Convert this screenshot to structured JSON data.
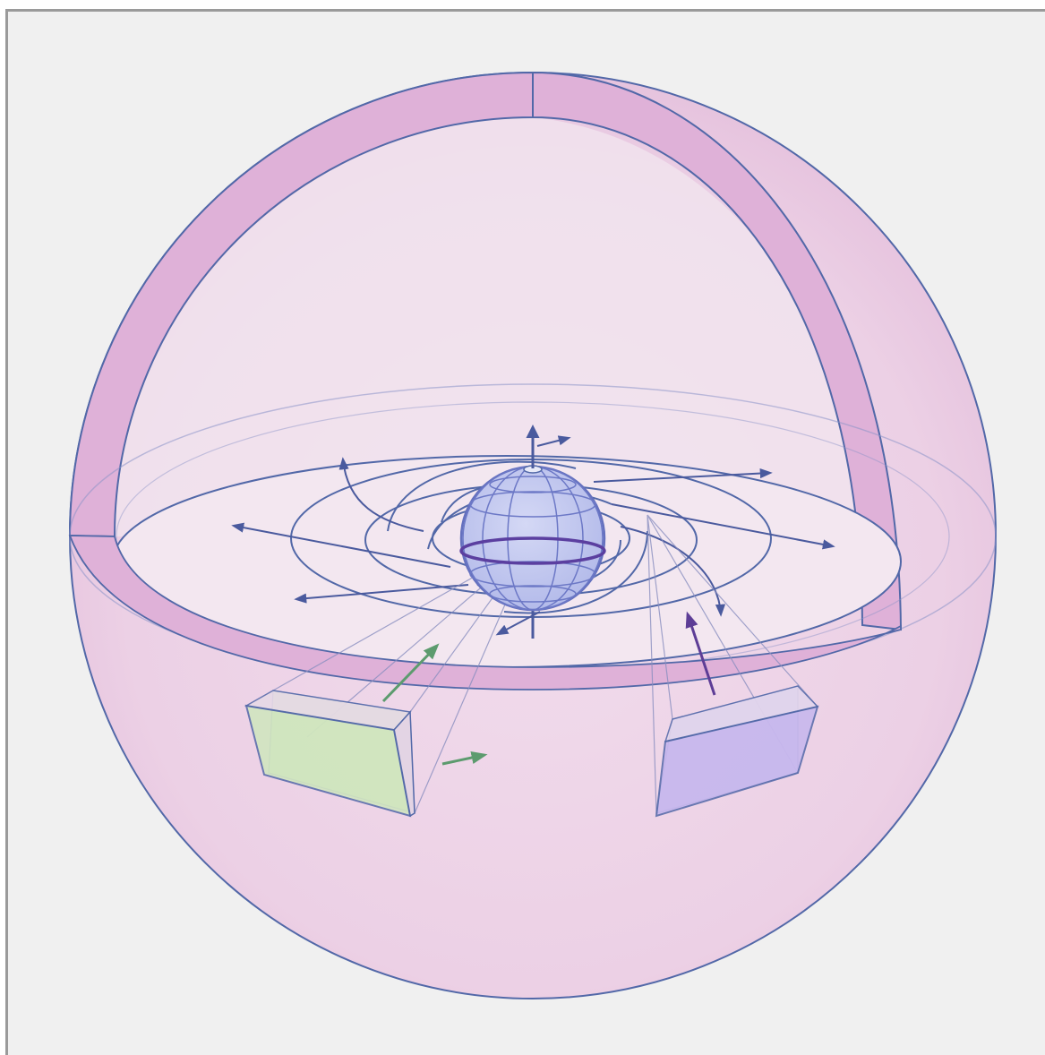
{
  "figure": {
    "kind": "3d-sphere-cutaway",
    "colors": {
      "background": "#f0f0f0",
      "frame": "#9a9a9a",
      "outline": "#5268a8",
      "sphere_fill": "#eed4e6",
      "shell_band": "#dfb1d8",
      "interior": "#f2e6ef",
      "core_fill": "#c3c8ee",
      "core_outline": "#6470be",
      "equator": "#5b3fa0",
      "green_volume": "#cfe6bd",
      "purple_volume": "#c6b6ee",
      "green_arrow": "#5c9b6e",
      "purple_arrow": "#5d3d96",
      "flow_arrow": "#4a5a9e"
    },
    "icons": [
      "outer-sphere",
      "cutaway-shell",
      "equatorial-disk",
      "spiral-flow-lines",
      "central-core-sphere",
      "green-volume-element",
      "purple-volume-element"
    ]
  }
}
